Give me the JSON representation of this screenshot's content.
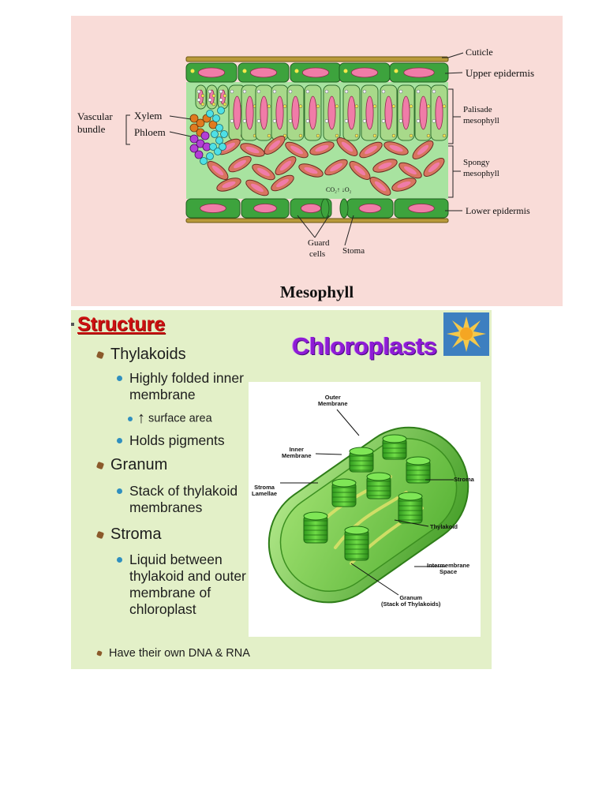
{
  "mesophyll_diagram": {
    "labels": {
      "cuticle": "Cuticle",
      "upper_epidermis": "Upper epidermis",
      "palisade_line1": "Palisade",
      "palisade_line2": "mesophyll",
      "spongy_line1": "Spongy",
      "spongy_line2": "mesophyll",
      "lower_epidermis": "Lower epidermis",
      "vascular_line1": "Vascular",
      "vascular_line2": "bundle",
      "xylem": "Xylem",
      "phloem": "Phloem",
      "guard_line1": "Guard",
      "guard_line2": "cells",
      "stoma": "Stoma",
      "gas_exchange": "CO₂↑ ↓O₂"
    },
    "caption": "Mesophyll",
    "colors": {
      "background": "#f9dcd8",
      "cell_green": "#3da33d",
      "chloroplast_pink": "#f07ca8",
      "xylem": "#e07a1f",
      "phloem": "#b33fd6"
    }
  },
  "chloroplast_slide": {
    "title": "Structure",
    "heading": "Chloroplasts",
    "bullets": {
      "thylakoids": "Thylakoids",
      "thylakoids_sub1_line1": "Highly folded inner",
      "thylakoids_sub1_line2": "membrane",
      "thylakoids_sub1_sub": "surface area",
      "thylakoids_sub2": "Holds pigments",
      "granum": "Granum",
      "granum_sub1_line1": "Stack of thylakoid",
      "granum_sub1_line2": "membranes",
      "stroma": "Stroma",
      "stroma_sub1_line1": "Liquid between",
      "stroma_sub1_line2": "thylakoid and outer",
      "stroma_sub1_line3": "membrane of",
      "stroma_sub1_line4": "chloroplast",
      "dna": "Have their own DNA & RNA"
    },
    "image_labels": {
      "outer_membrane_line1": "Outer",
      "outer_membrane_line2": "Membrane",
      "inner_membrane_line1": "Inner",
      "inner_membrane_line2": "Membrane",
      "stroma_lamellae_line1": "Stroma",
      "stroma_lamellae_line2": "Lamellae",
      "stroma": "Stroma",
      "thylakoid": "Thylakoid",
      "intermembrane_line1": "Intermembrane",
      "intermembrane_line2": "Space",
      "granum_line1": "Granum",
      "granum_line2": "(Stack of Thylakoids)"
    },
    "icons": [
      "bullet-brown-icon",
      "bullet-blue-dot-icon",
      "up-arrow-icon",
      "sun-icon"
    ],
    "colors": {
      "background": "#e3f0c8",
      "title_red": "#cc1111",
      "heading_purple": "#8f1cd6",
      "chloroplast_green": "#46b82e"
    }
  }
}
